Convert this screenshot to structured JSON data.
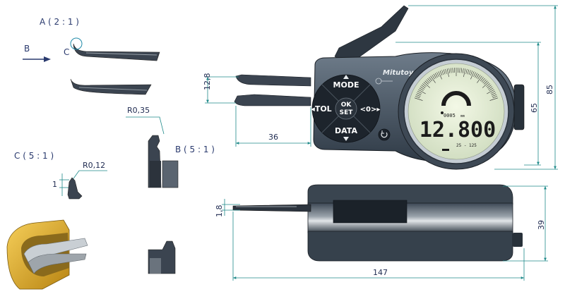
{
  "views": {
    "detail_a": "A ( 2 : 1 )",
    "detail_b": "B ( 5 : 1 )",
    "detail_c": "C ( 5 : 1 )",
    "arrow_b": "B",
    "marker_c": "C"
  },
  "dimensions": {
    "r035": "R0,35",
    "r012": "R0,12",
    "c_height": "1",
    "jaw_gap": "12,8",
    "jaw_reach": "36",
    "total_height": "85",
    "body_height": "65",
    "side_jaw": "1,8",
    "thickness": "39",
    "length": "147"
  },
  "device": {
    "brand": "Mitutoyo",
    "buttons": {
      "mode": "MODE",
      "tol": "◂TOL",
      "ok": "OK",
      "set": "SET",
      "zero": "<0>▸",
      "data": "DATA"
    },
    "display": {
      "reading": "12.800",
      "small_reading": "0005",
      "unit": "mm",
      "range": "25 - 125"
    }
  }
}
